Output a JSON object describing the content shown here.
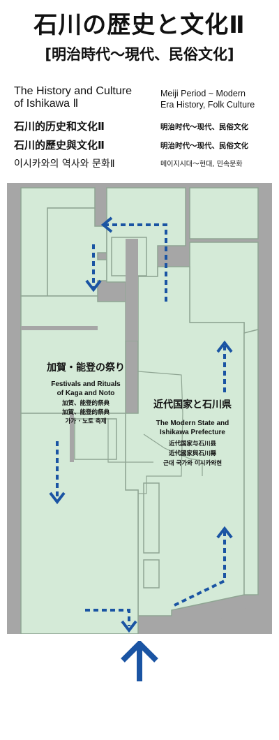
{
  "header": {
    "title": "石川の歴史と文化Ⅱ",
    "subtitle": "[明治時代〜現代、民俗文化]"
  },
  "exhibit_info": [
    {
      "lang": "en",
      "title_lines": [
        "The History and Culture",
        "of Ishikawa Ⅱ"
      ],
      "period_lines": [
        "Meiji Period ~ Modern",
        "Era History, Folk Culture"
      ]
    },
    {
      "lang": "zh-hans",
      "title_lines": [
        "石川的历史和文化Ⅱ"
      ],
      "period_lines": [
        "明治时代〜现代、民俗文化"
      ]
    },
    {
      "lang": "zh-hant",
      "title_lines": [
        "石川的歷史與文化Ⅱ"
      ],
      "period_lines": [
        "明治时代〜现代、民俗文化"
      ]
    },
    {
      "lang": "ko",
      "title_lines": [
        "이시카와의 역사와 문화Ⅱ"
      ],
      "period_lines": [
        "메이지시대〜현대, 민속문화"
      ]
    }
  ],
  "map": {
    "colors": {
      "wall": "#a6a6a6",
      "floor": "#d4ead7",
      "line": "#8fa593",
      "arrow": "#1a54a3"
    },
    "zones": [
      {
        "id": "kaga-noto",
        "ja": "加賀・能登の祭り",
        "en_lines": [
          "Festivals and Rituals",
          "of Kaga and Noto"
        ],
        "zh_hans": "加贺、能登的祭典",
        "zh_hant": "加賀、能登的祭典",
        "ko": "가가 · 노토 축제"
      },
      {
        "id": "modern-state",
        "ja": "近代国家と石川県",
        "en_lines": [
          "The Modern State and",
          "Ishikawa Prefecture"
        ],
        "zh_hans": "近代国家与石川县",
        "zh_hant": "近代國家與石川縣",
        "ko": "근대 국가와 이시카와현"
      }
    ],
    "entrance_icon": "arrow-up-icon"
  }
}
